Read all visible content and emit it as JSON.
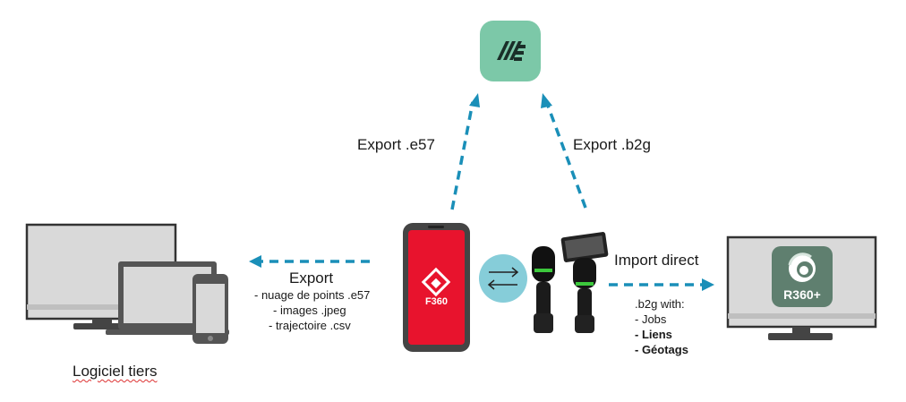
{
  "labels": {
    "export_e57": "Export .e57",
    "export_b2g": "Export .b2g",
    "import_direct": "Import direct",
    "logiciel": "Logiciel tiers",
    "export": "Export"
  },
  "export_items": [
    "- nuage de points .e57",
    "- images .jpeg",
    "- trajectoire .csv"
  ],
  "b2g": {
    "title": ".b2g with:",
    "items": [
      "- Jobs",
      "- Liens",
      "- Géotags"
    ]
  },
  "apps": {
    "phone_app": "F360",
    "r360": "R360+"
  },
  "colors": {
    "arrow": "#1a8fb8",
    "teal_app": "#7cc8a8",
    "phone_red": "#e8132d",
    "r360_green": "#5f7f6f",
    "sync_bubble": "#86cdd9"
  }
}
